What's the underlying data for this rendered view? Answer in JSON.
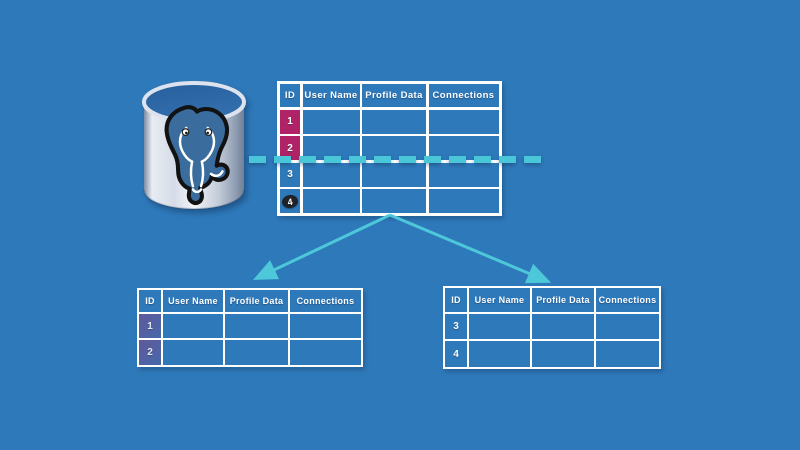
{
  "diagram": {
    "type": "database-sharding-diagram",
    "description_not_rendered": "",
    "colors": {
      "background": "#2E79BA",
      "table_border": "#FFFFFF",
      "highlight_magenta": "#B02366",
      "highlight_magenta_faded": "rgba(176,35,102,0.3)",
      "partition_teal": "#4AC6D9",
      "row4_badge_dark": "#1F2227",
      "elephant_blue": "#3A6D9E"
    }
  },
  "main_table": {
    "headers": [
      "ID",
      "User Name",
      "Profile Data",
      "Connections"
    ],
    "rows": [
      {
        "id": "1",
        "id_highlight": "magenta"
      },
      {
        "id": "2",
        "id_highlight": "magenta"
      },
      {
        "id": "3",
        "id_highlight": "none"
      },
      {
        "id": "4",
        "id_highlight": "dark-badge"
      }
    ]
  },
  "left_table": {
    "headers": [
      "ID",
      "User Name",
      "Profile Data",
      "Connections"
    ],
    "rows": [
      {
        "id": "1",
        "id_highlight": "magenta-faded"
      },
      {
        "id": "2",
        "id_highlight": "magenta-faded"
      }
    ]
  },
  "right_table": {
    "headers": [
      "ID",
      "User Name",
      "Profile Data",
      "Connections"
    ],
    "rows": [
      {
        "id": "3",
        "id_highlight": "none"
      },
      {
        "id": "4",
        "id_highlight": "none"
      }
    ]
  },
  "icons": {
    "database": "postgresql-database-cylinder",
    "partition": "teal-dashed-partition-line",
    "arrows": "shard-split-arrows"
  }
}
